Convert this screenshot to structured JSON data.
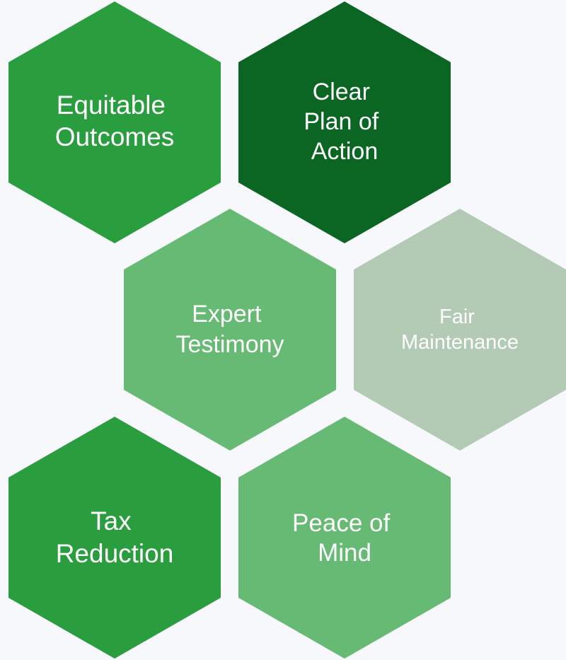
{
  "hexagons": [
    {
      "id": "equitable-outcomes",
      "lines": [
        "Equitable",
        "Outcomes"
      ],
      "color": "#2a9d3e"
    },
    {
      "id": "clear-plan-of-action",
      "lines": [
        "Clear",
        "Plan of",
        "Action"
      ],
      "color": "#0b6623"
    },
    {
      "id": "expert-testimony",
      "lines": [
        "Expert",
        "Testimony"
      ],
      "color": "#67ba73"
    },
    {
      "id": "fair-maintenance",
      "lines": [
        "Fair",
        "Maintenance"
      ],
      "color": "#b3cab5"
    },
    {
      "id": "tax-reduction",
      "lines": [
        "Tax",
        "Reduction"
      ],
      "color": "#2a9d3e"
    },
    {
      "id": "peace-of-mind",
      "lines": [
        "Peace of",
        "Mind"
      ],
      "color": "#67ba73"
    }
  ]
}
